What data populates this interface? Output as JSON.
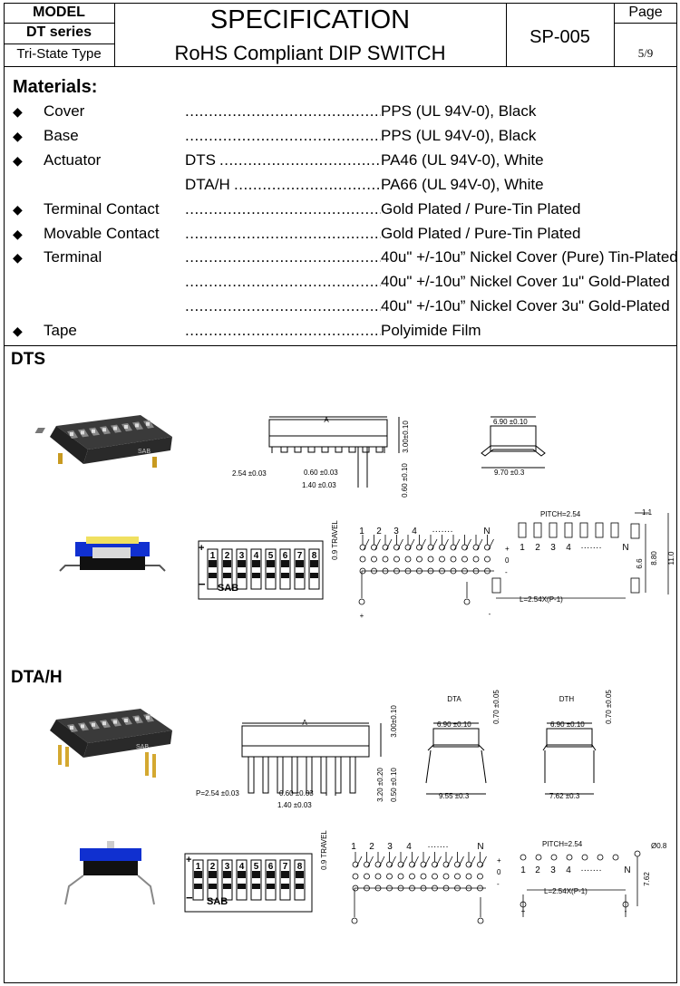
{
  "header": {
    "model_label": "MODEL",
    "series": "DT series",
    "type": "Tri-State Type",
    "spec_title": "SPECIFICATION",
    "spec_subtitle": "RoHS Compliant DIP SWITCH",
    "doc_no": "SP-005",
    "page_label": "Page",
    "page_value": "5/9"
  },
  "materials": {
    "title": "Materials:",
    "rows": [
      {
        "name": "Cover",
        "prefix": "",
        "value": "PPS (UL 94V-0), Black"
      },
      {
        "name": "Base",
        "prefix": "",
        "value": "PPS (UL 94V-0), Black"
      },
      {
        "name": "Actuator",
        "prefix": "DTS",
        "value": "PA46 (UL 94V-0), White"
      },
      {
        "name": "",
        "prefix": "DTA/H",
        "value": "PA66 (UL 94V-0), White"
      },
      {
        "name": "Terminal Contact",
        "prefix": "",
        "value": "Gold Plated / Pure-Tin Plated"
      },
      {
        "name": "Movable Contact",
        "prefix": "",
        "value": "Gold Plated / Pure-Tin Plated"
      },
      {
        "name": "Terminal",
        "prefix": "",
        "value": "40u\" +/-10u” Nickel Cover (Pure) Tin-Plated"
      },
      {
        "name": "",
        "prefix": "",
        "value": "40u\" +/-10u” Nickel Cover 1u\" Gold-Plated"
      },
      {
        "name": "",
        "prefix": "",
        "value": "40u\" +/-10u” Nickel Cover 3u\" Gold-Plated"
      },
      {
        "name": "Tape",
        "prefix": "",
        "value": "Polyimide Film"
      }
    ]
  },
  "dts": {
    "title": "DTS",
    "dim_a": "A",
    "dim_height": "3.00±0.10",
    "dim_pitch": "2.54 ±0.03",
    "dim_060": "0.60 ±0.03",
    "dim_140": "1.40 ±0.03",
    "dim_lead": "0.60 ±0.10",
    "dim_690": "6.90 ±0.10",
    "dim_970": "9.70 ±0.3",
    "travel": "0.9 TRAVEL",
    "sab": "SAB",
    "pitch_label": "PITCH=2.54",
    "pin_labels": [
      "1",
      "2",
      "3",
      "4",
      "·······",
      "N"
    ],
    "state_labels": [
      "+",
      "0",
      "-"
    ],
    "dim_11": "1.1",
    "dim_66": "6.6",
    "dim_880": "8.80",
    "dim_110": "11.0",
    "l_formula": "L=2.54X(P-1)",
    "num_labels": [
      "1",
      "2",
      "3",
      "4",
      "5",
      "6",
      "7",
      "8"
    ]
  },
  "dta": {
    "title": "DTA/H",
    "dim_a": "A",
    "dim_height": "3.00±0.10",
    "dim_pitch": "P=2.54 ±0.03",
    "dim_060": "0.60 ±0.03",
    "dim_140": "1.40 ±0.03",
    "dim_320": "3.20 ±0.20",
    "dim_050": "0.50 ±0.10",
    "dta_label": "DTA",
    "dth_label": "DTH",
    "dim_690a": "6.90 ±0.10",
    "dim_070a": "0.70 ±0.05",
    "dim_955": "9.55 ±0.3",
    "dim_690b": "6.90 ±0.10",
    "dim_070b": "0.70 ±0.05",
    "dim_762": "7.62 ±0.3",
    "travel": "0.9 TRAVEL",
    "sab": "SAB",
    "pitch_label": "PITCH=2.54",
    "hole": "Ø0.8",
    "dim_762v": "7.62",
    "l_formula": "L=2.54X(P-1)",
    "pin_labels": [
      "1",
      "2",
      "3",
      "4",
      "·······",
      "N"
    ],
    "state_labels": [
      "+",
      "0",
      "-"
    ],
    "num_labels": [
      "1",
      "2",
      "3",
      "4",
      "5",
      "6",
      "7",
      "8"
    ]
  }
}
